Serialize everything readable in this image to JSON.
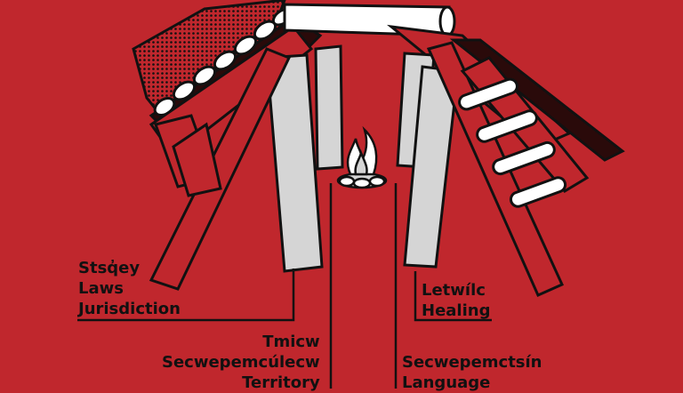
{
  "colors": {
    "background": "#c0272d",
    "pole_red": "#c0272d",
    "pole_grey": "#d5d5d5",
    "outline": "#111111",
    "bark": "#ffffff"
  },
  "labels": {
    "left": [
      "Stsq̓ey",
      "Laws",
      "Jurisdiction"
    ],
    "center": [
      "Tmicw",
      "Secwepemcúlecw",
      "Territory"
    ],
    "right_top": [
      "Letwílc",
      "Healing"
    ],
    "right_bottom": [
      "Secwepemctsín",
      "Language"
    ]
  },
  "icons": [
    "campfire-icon"
  ]
}
